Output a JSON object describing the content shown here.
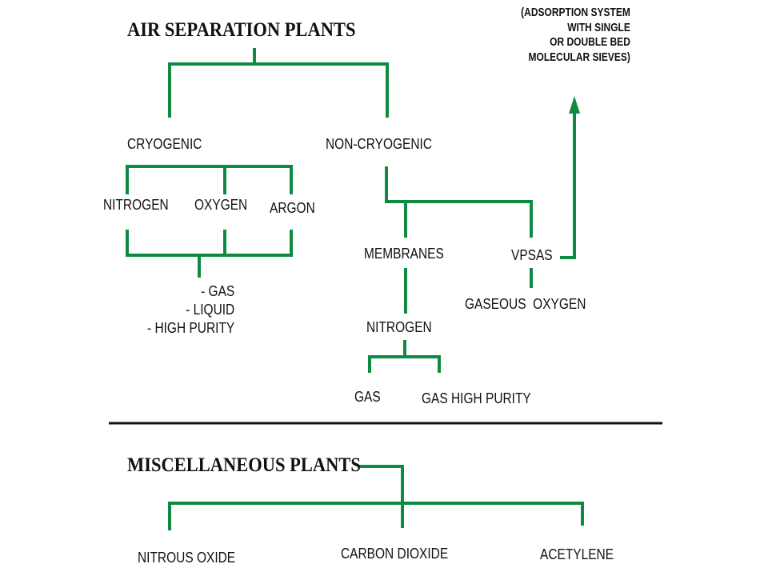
{
  "colors": {
    "connector": "#0f8a43",
    "divider": "#111111",
    "text": "#111111",
    "background": "#ffffff"
  },
  "air_separation": {
    "title": "AIR SEPARATION PLANTS",
    "adsorption_note": "(ADSORPTION SYSTEM\nWITH SINGLE\nOR DOUBLE BED\nMOLECULAR SIEVES)",
    "cryogenic": {
      "label": "CRYOGENIC",
      "products": [
        "NITROGEN",
        "OXYGEN",
        "ARGON"
      ],
      "forms": "- GAS\n- LIQUID\n- HIGH PURITY"
    },
    "non_cryogenic": {
      "label": "NON-CRYOGENIC",
      "membranes": {
        "label": "MEMBRANES",
        "product": "NITROGEN",
        "grades": [
          "GAS",
          "GAS HIGH PURITY"
        ]
      },
      "vpsas": {
        "label": "VPSAS",
        "product": "GASEOUS  OXYGEN"
      }
    }
  },
  "miscellaneous": {
    "title": "MISCELLANEOUS PLANTS",
    "items": [
      "NITROUS OXIDE",
      "CARBON DIOXIDE",
      "ACETYLENE"
    ]
  }
}
